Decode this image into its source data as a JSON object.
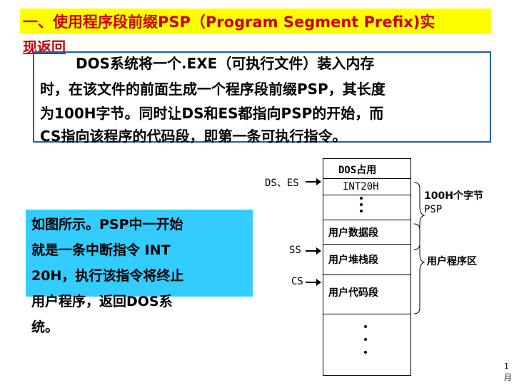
{
  "title": {
    "main": "一、使用程序段前缀PSP（Program Segment Prefix)实",
    "link": "现返回"
  },
  "description": {
    "lines": [
      "DOS系统将一个.EXE（可执行文件）装入内存",
      "时，在该文件的前面生成一个程序段前缀PSP，其长度",
      "为100H字节。同时让DS和ES都指向PSP的开始，而",
      "CS指向该程序的代码段，即第一条可执行指令。"
    ]
  },
  "note": {
    "lines": [
      "如图所示。PSP中一开始",
      "就是一条中断指令   INT",
      "20H，执行该指令将终止",
      "用户程序，返回DOS系",
      "统。"
    ]
  },
  "diagram": {
    "registers": {
      "ds_es": "DS、ES",
      "ss": "SS",
      "cs": "CS"
    },
    "segments": {
      "psp_line1": "DOS占用",
      "psp_line2": "INT20H",
      "data": "用户数据段",
      "stack": "用户堆栈段",
      "code": "用户代码段"
    },
    "brace_labels": {
      "psp_size_line1": "100H个字节",
      "psp_size_line2": "PSP",
      "program_area": "用户程序区"
    }
  },
  "page_number": "1 月"
}
